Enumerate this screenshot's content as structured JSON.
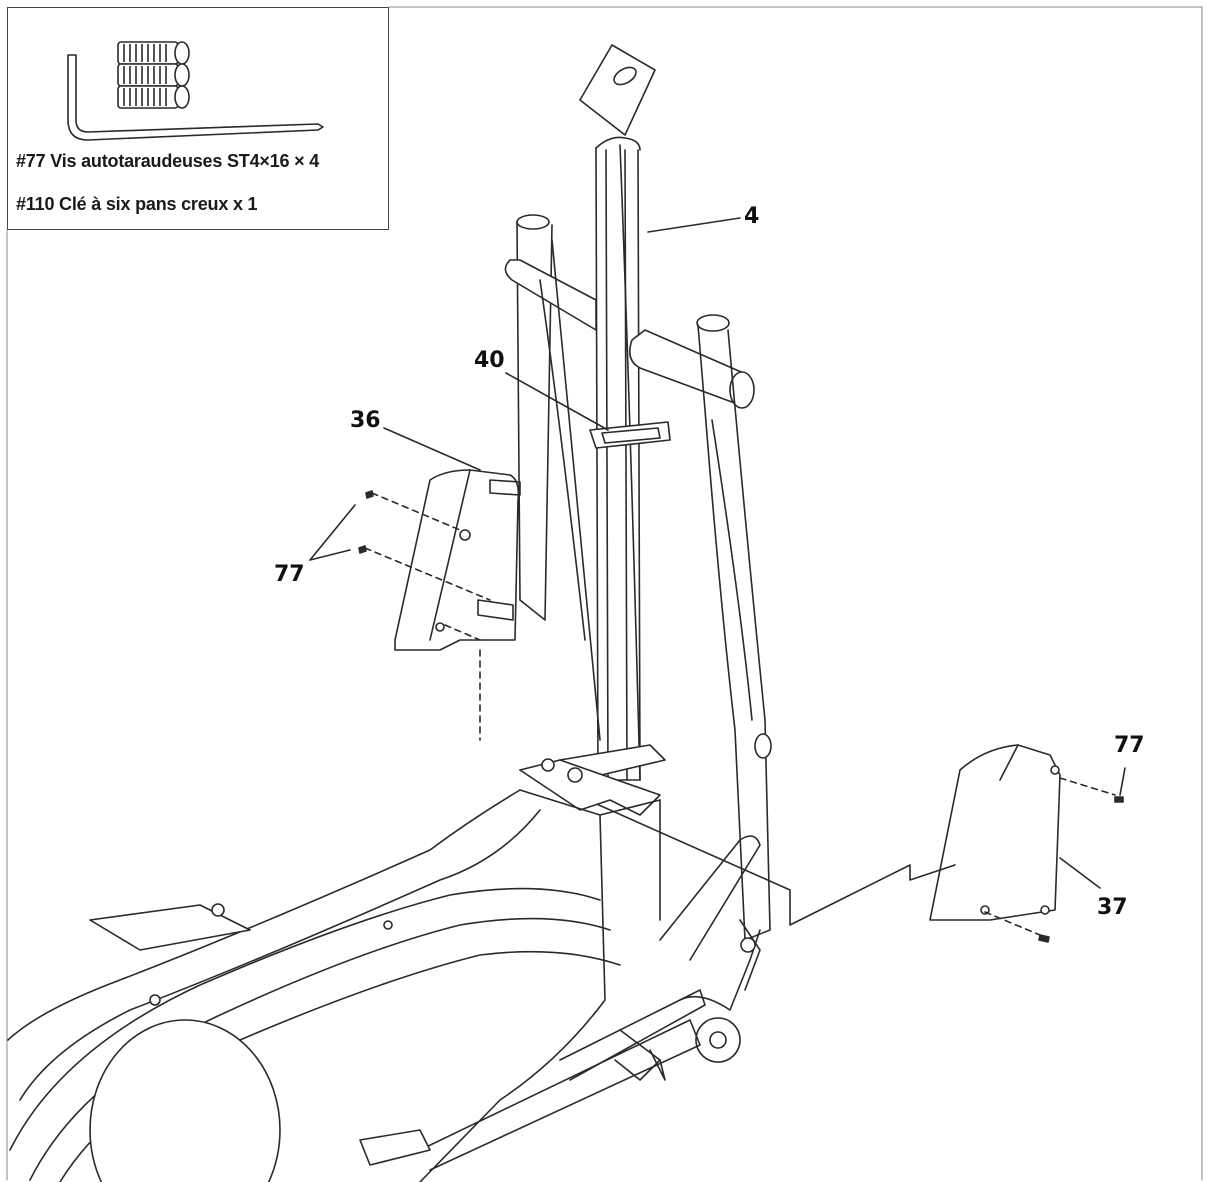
{
  "hardware_box": {
    "line1": "#77 Vis autotaraudeuses ST4×16 × 4",
    "line2": "#110 Clé à six pans creux x 1"
  },
  "callouts": {
    "part4": "4",
    "part40": "40",
    "part36": "36",
    "part77_left": "77",
    "part77_right": "77",
    "part37": "37"
  },
  "colors": {
    "line": "#2a2a2a",
    "background": "#ffffff"
  }
}
